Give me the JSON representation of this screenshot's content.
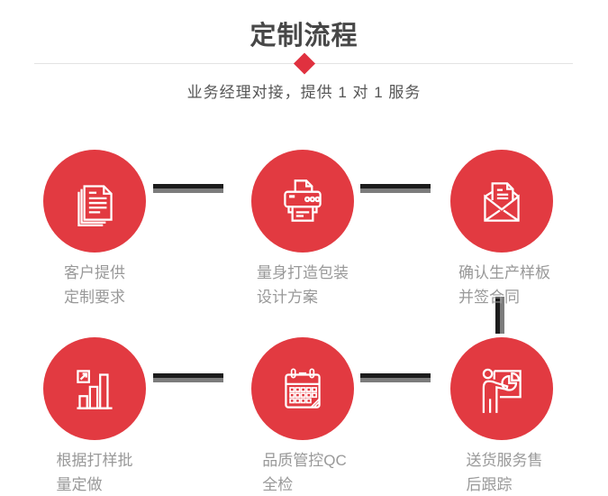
{
  "header": {
    "title": "定制流程",
    "subtitle": "业务经理对接，提供 1 对 1 服务",
    "divider_icon": "diamond-icon"
  },
  "steps": [
    {
      "icon": "stacked-documents-icon",
      "label_line1": "客户提供",
      "label_line2": "定制要求"
    },
    {
      "icon": "printer-icon",
      "label_line1": "量身打造包装",
      "label_line2": "设计方案"
    },
    {
      "icon": "open-envelope-letter-icon",
      "label_line1": "确认生产样板",
      "label_line2": "并签合同"
    },
    {
      "icon": "growth-bar-chart-icon",
      "label_line1": "根据打样批",
      "label_line2": "量定做"
    },
    {
      "icon": "calendar-icon",
      "label_line1": "品质管控QC",
      "label_line2": "全检"
    },
    {
      "icon": "presentation-pie-chart-icon",
      "label_line1": "送货服务售",
      "label_line2": "后跟踪"
    }
  ],
  "colors": {
    "accent-red": "#e23a41",
    "diamond-red": "#e0313f",
    "connector-dark": "#1c1c1c",
    "connector-gray": "#7c7c7c",
    "divider-gray": "#e3e3e3",
    "title-text": "#474747",
    "subtitle-text": "#555555",
    "label-text": "#999999"
  }
}
